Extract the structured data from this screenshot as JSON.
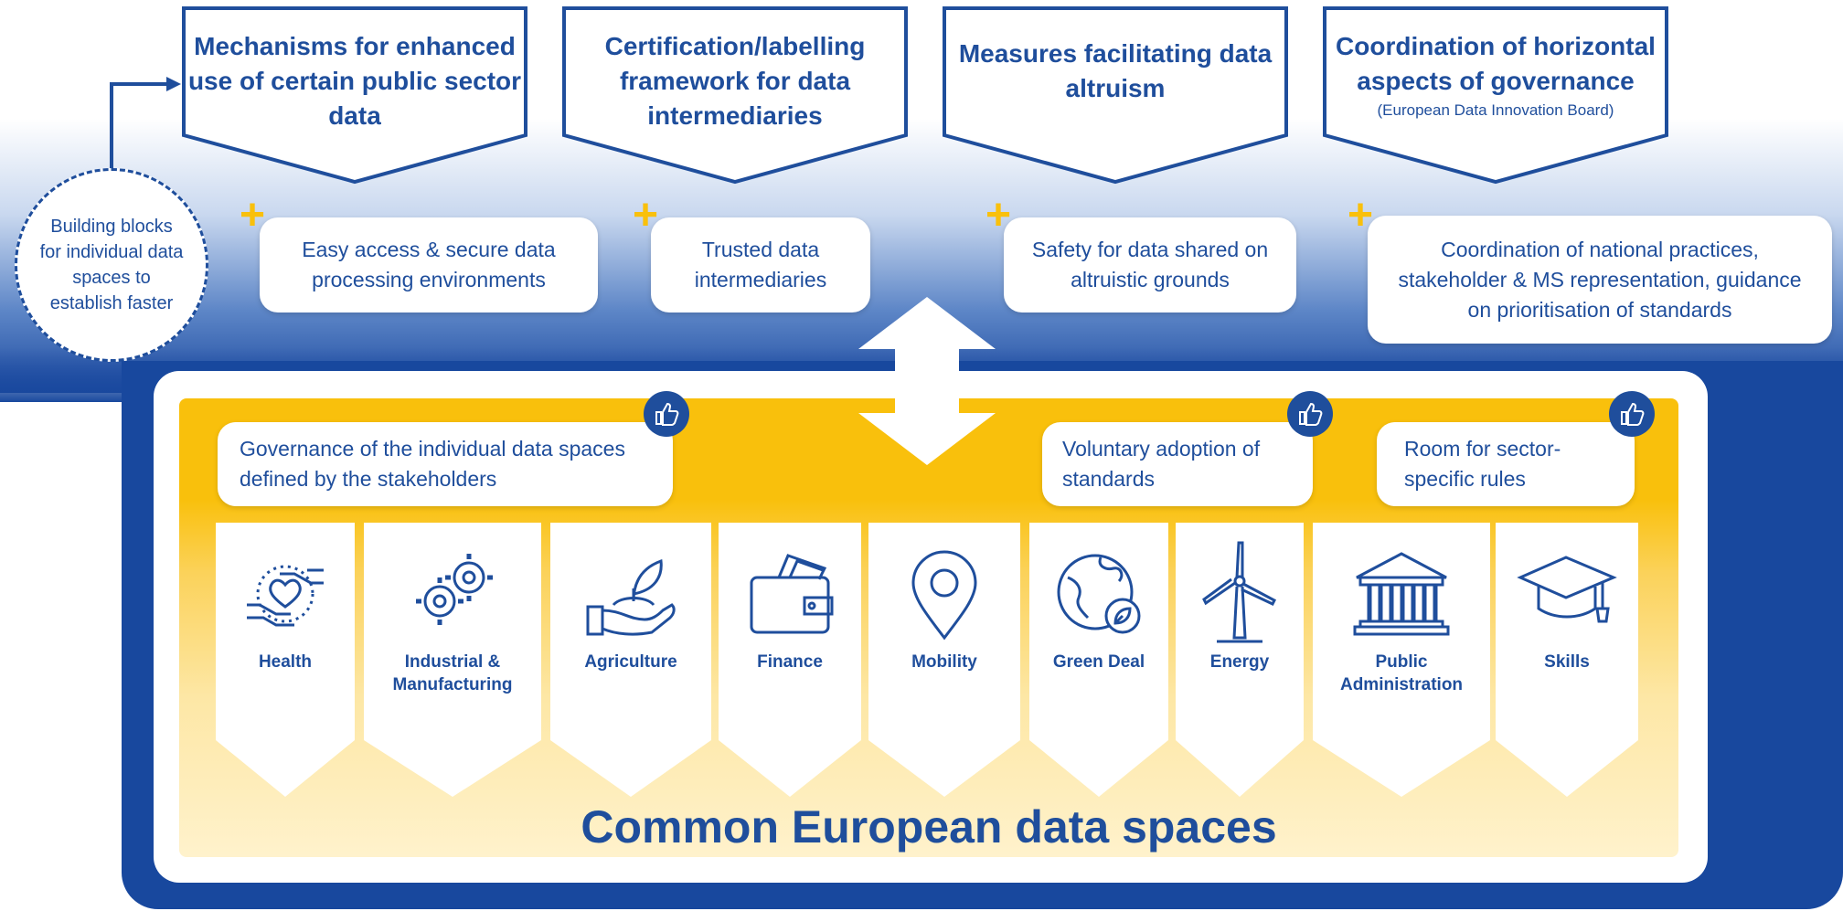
{
  "top_boxes": [
    {
      "title": "Mechanisms  for enhanced use of certain public sector data"
    },
    {
      "title": "Certification/labelling framework for data intermediaries"
    },
    {
      "title": "Measures facilitating data altruism"
    },
    {
      "title": "Coordination of horizontal aspects of governance",
      "subtitle": "(European Data Innovation Board)"
    }
  ],
  "benefits": [
    "Easy access & secure data processing environments",
    "Trusted data intermediaries",
    "Safety for data shared on altruistic grounds",
    "Coordination of national practices, stakeholder & MS representation, guidance on prioritisation of standards"
  ],
  "building_blocks": "Building blocks for individual data spaces to establish faster",
  "principles": [
    "Governance of the individual data spaces defined by the stakeholders",
    "Voluntary adoption of standards",
    "Room for sector-specific rules"
  ],
  "sectors": [
    {
      "label": "Health",
      "icon": "heart-hands-icon"
    },
    {
      "label": "Industrial & Manufacturing",
      "icon": "gears-icon"
    },
    {
      "label": "Agriculture",
      "icon": "plant-hand-icon"
    },
    {
      "label": "Finance",
      "icon": "wallet-icon"
    },
    {
      "label": "Mobility",
      "icon": "location-pin-icon"
    },
    {
      "label": "Green Deal",
      "icon": "globe-leaf-icon"
    },
    {
      "label": "Energy",
      "icon": "wind-turbine-icon"
    },
    {
      "label": "Public Administration",
      "icon": "building-icon"
    },
    {
      "label": "Skills",
      "icon": "graduation-cap-icon"
    }
  ],
  "title": "Common European data spaces",
  "colors": {
    "primary": "#1f4e9c",
    "accent": "#f9c00c",
    "frame": "#18489e"
  }
}
